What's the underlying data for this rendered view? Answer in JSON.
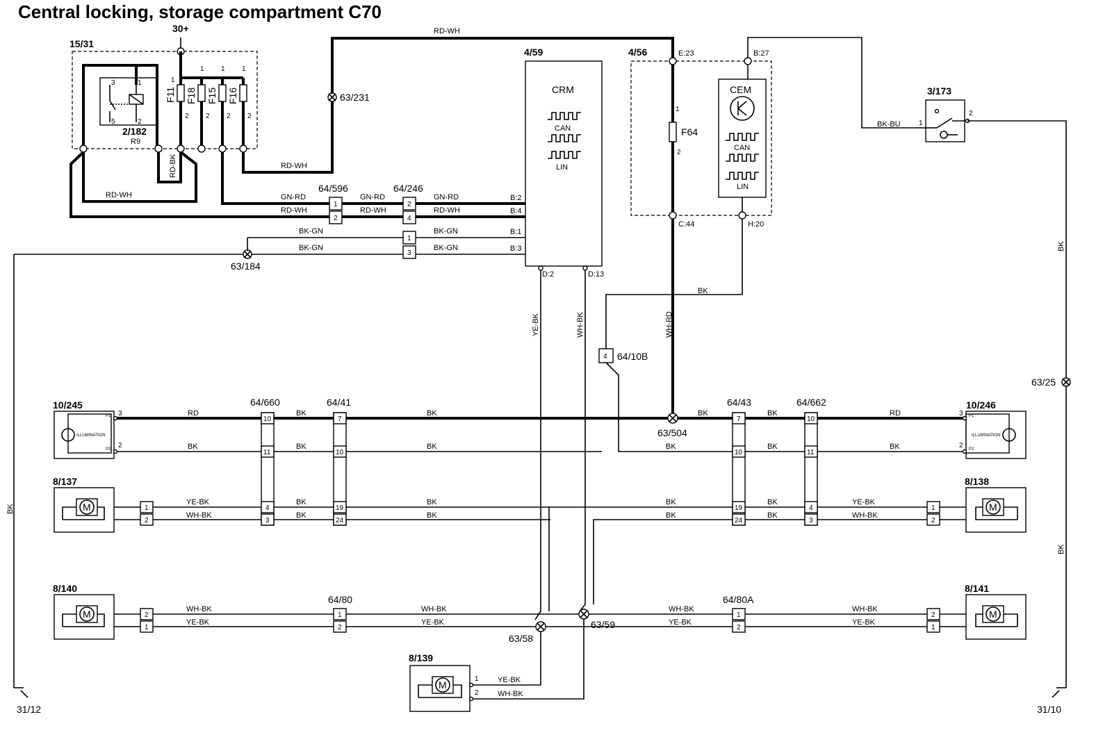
{
  "title": "Central locking, storage compartment C70",
  "power": {
    "supply": "30+"
  },
  "fusebox": {
    "id": "15/31",
    "relay_id": "2/182",
    "relay_name": "R9",
    "relay_pins": [
      "3",
      "1",
      "5",
      "2"
    ],
    "fuses": [
      "F11",
      "F18",
      "F15",
      "F16"
    ],
    "fuse_pins": [
      "1",
      "1",
      "1",
      "1",
      "2",
      "2",
      "2",
      "2"
    ]
  },
  "crm": {
    "id": "4/59",
    "name": "CRM",
    "bus1": "CAN",
    "bus2": "LIN",
    "pins": [
      "B:2",
      "B:4",
      "B:1",
      "B:3",
      "D:2",
      "D:13"
    ]
  },
  "cem_box": {
    "id": "4/56",
    "fuse": "F64",
    "fuse_pins": [
      "1",
      "2"
    ],
    "pins": [
      "E:23",
      "B:27",
      "C:44",
      "H:20"
    ],
    "cem_name": "CEM",
    "bus1": "CAN",
    "bus2": "LIN"
  },
  "switch": {
    "id": "3/173",
    "pins": [
      "1",
      "2"
    ]
  },
  "connectors": {
    "c596": {
      "id": "64/596",
      "pins": [
        "1",
        "2"
      ]
    },
    "c246": {
      "id": "64/246",
      "pins": [
        "2",
        "4",
        "1",
        "3"
      ]
    },
    "c10b": {
      "id": "64/10B",
      "pins": [
        "4"
      ]
    },
    "c660": {
      "id": "64/660",
      "pins": [
        "10",
        "11",
        "4",
        "3"
      ]
    },
    "c41": {
      "id": "64/41",
      "pins": [
        "7",
        "10",
        "19",
        "24"
      ]
    },
    "c43": {
      "id": "64/43",
      "pins": [
        "7",
        "10",
        "19",
        "24"
      ]
    },
    "c662": {
      "id": "64/662",
      "pins": [
        "10",
        "11",
        "4",
        "3"
      ]
    },
    "c80": {
      "id": "64/80",
      "pins": [
        "1",
        "2"
      ]
    },
    "c80a": {
      "id": "64/80A",
      "pins": [
        "1",
        "2"
      ]
    },
    "m137": {
      "pins": [
        "1",
        "2"
      ]
    },
    "m138": {
      "pins": [
        "1",
        "2"
      ]
    },
    "m140": {
      "pins": [
        "2",
        "1"
      ]
    },
    "m141": {
      "pins": [
        "2",
        "1"
      ]
    }
  },
  "splices": {
    "s231": "63/231",
    "s184": "63/184",
    "s504": "63/504",
    "s25": "63/25",
    "s58": "63/58",
    "s59": "63/59"
  },
  "grounds": {
    "g12": "31/12",
    "g10": "31/10"
  },
  "lamps": {
    "left": {
      "id": "10/245",
      "text": "ILLUMINATION",
      "pins": [
        "3",
        "2"
      ],
      "inner_pins": [
        "P1",
        "P2"
      ]
    },
    "right": {
      "id": "10/246",
      "text": "ILLUMINATION",
      "pins": [
        "3",
        "2"
      ],
      "inner_pins": [
        "P1",
        "P2"
      ]
    }
  },
  "motors": {
    "m137": {
      "id": "8/137",
      "symbol": "M"
    },
    "m138": {
      "id": "8/138",
      "symbol": "M"
    },
    "m140": {
      "id": "8/140",
      "symbol": "M"
    },
    "m141": {
      "id": "8/141",
      "symbol": "M"
    },
    "m139": {
      "id": "8/139",
      "symbol": "M",
      "pins": [
        "1",
        "2"
      ]
    }
  },
  "wires": {
    "rd_wh": "RD-WH",
    "rd_bk": "RD-BK",
    "gn_rd": "GN-RD",
    "bk_gn": "BK-GN",
    "bk": "BK",
    "rd": "RD",
    "ye_bk": "YE-BK",
    "wh_bk": "WH-BK",
    "wh_rd": "WH-RD",
    "bk_bu": "BK-BU"
  }
}
